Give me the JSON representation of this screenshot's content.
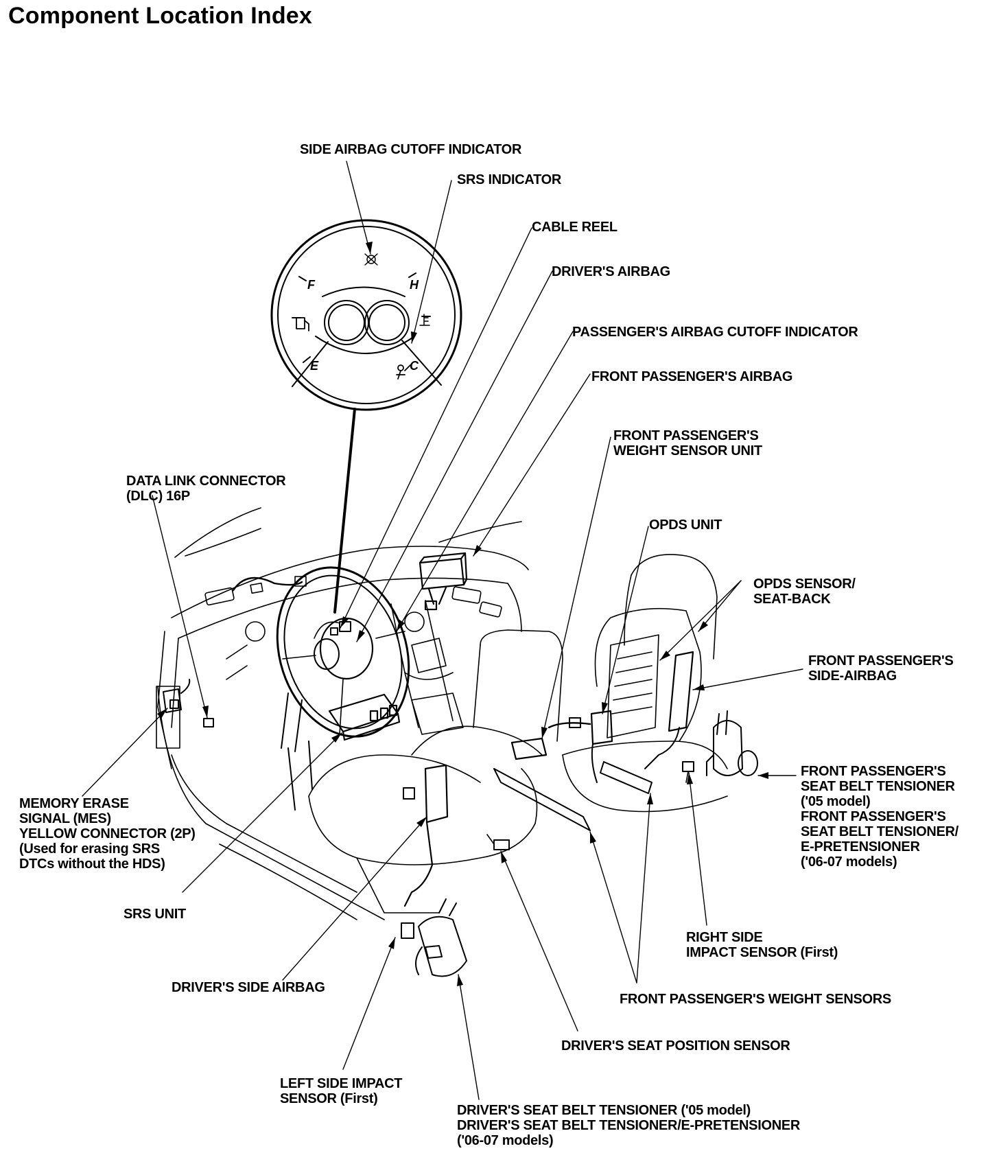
{
  "title": "Component Location Index",
  "labels": {
    "side_airbag_cutoff_indicator": [
      "SIDE AIRBAG CUTOFF INDICATOR"
    ],
    "srs_indicator": [
      "SRS INDICATOR"
    ],
    "cable_reel": [
      "CABLE REEL"
    ],
    "drivers_airbag": [
      "DRIVER'S AIRBAG"
    ],
    "passengers_airbag_cutoff_indicator": [
      "PASSENGER'S AIRBAG CUTOFF INDICATOR"
    ],
    "front_passengers_airbag": [
      "FRONT PASSENGER'S AIRBAG"
    ],
    "front_passengers_weight_sensor_unit": [
      "FRONT PASSENGER'S",
      "WEIGHT SENSOR UNIT"
    ],
    "data_link_connector": [
      "DATA LINK CONNECTOR",
      "(DLC) 16P"
    ],
    "opds_unit": [
      "OPDS UNIT"
    ],
    "opds_sensor": [
      "OPDS SENSOR/",
      "SEAT-BACK"
    ],
    "front_passengers_side_airbag": [
      "FRONT PASSENGER'S",
      "SIDE-AIRBAG"
    ],
    "front_passengers_seat_belt_tensioner": [
      "FRONT PASSENGER'S",
      "SEAT BELT TENSIONER",
      "('05 model)",
      "FRONT PASSENGER'S",
      "SEAT BELT TENSIONER/",
      "E-PRETENSIONER",
      "('06-07 models)"
    ],
    "memory_erase_signal": [
      "MEMORY ERASE",
      "SIGNAL (MES)",
      "YELLOW CONNECTOR (2P)",
      "(Used for erasing SRS",
      "DTCs without the HDS)"
    ],
    "srs_unit": [
      "SRS UNIT"
    ],
    "right_side_impact_sensor": [
      "RIGHT SIDE",
      "IMPACT SENSOR (First)"
    ],
    "front_passengers_weight_sensors": [
      "FRONT PASSENGER'S WEIGHT SENSORS"
    ],
    "drivers_side_airbag": [
      "DRIVER'S SIDE AIRBAG"
    ],
    "drivers_seat_position_sensor": [
      "DRIVER'S SEAT POSITION SENSOR"
    ],
    "left_side_impact_sensor": [
      "LEFT SIDE IMPACT",
      "SENSOR (First)"
    ],
    "drivers_seat_belt_tensioner": [
      "DRIVER'S SEAT BELT TENSIONER ('05 model)",
      "DRIVER'S SEAT BELT TENSIONER/E-PRETENSIONER",
      "('06-07 models)"
    ]
  },
  "gauge": {
    "fuel_full": "F",
    "fuel_empty": "E",
    "temp_hot": "H",
    "temp_cold": "C"
  }
}
